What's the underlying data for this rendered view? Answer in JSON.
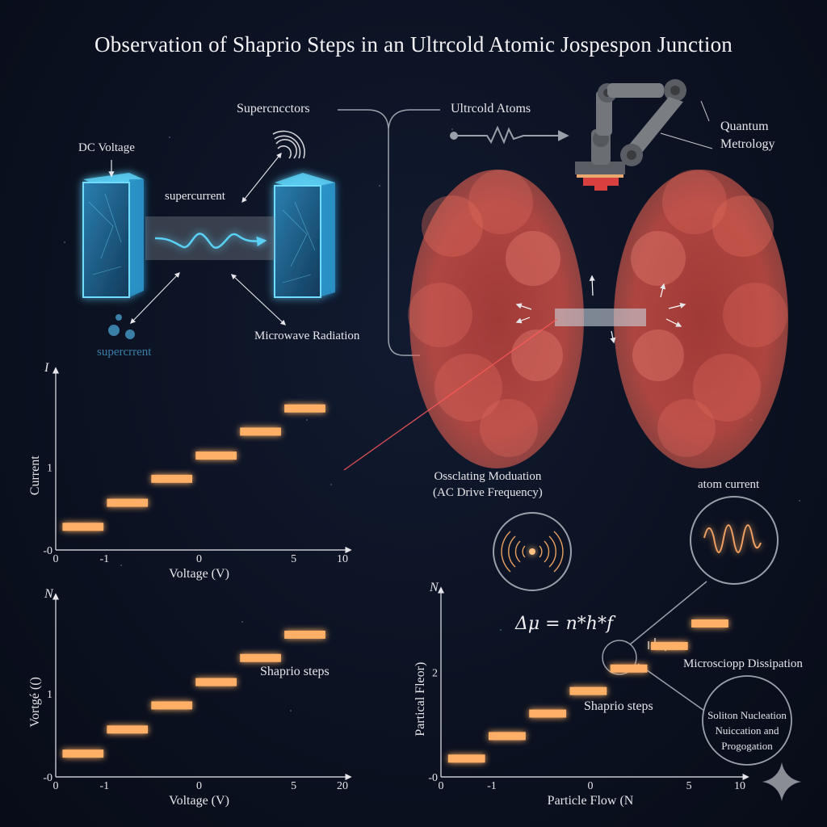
{
  "title": "Observation of Shaprio Steps in an Ultrcold Atomic Jospespon Junction",
  "colors": {
    "background": "#0b1020",
    "superconductor_blue": "#4cc8f0",
    "atom_cloud_red": "#e8574a",
    "laser_red": "#ff4a4a",
    "step_orange": "#ffb066",
    "line_gray": "#9aa0aa"
  },
  "diagram": {
    "labels": {
      "superconductors": "Supercncctors",
      "ultracold_atoms": "Ultrcold Atoms",
      "quantum_metrology": [
        "Quantum",
        "Metrology"
      ],
      "dc_voltage": "DC Voltage",
      "supercurrent_top": "supercurrent",
      "supercurrent_bottom": "supercrrent",
      "microwave_radiation": "Microwave Radiation",
      "oscillating_modulation": [
        "Ossclating Moduation",
        "(AC Drive Frequency)"
      ],
      "atom_current": "atom current",
      "formula": "Δμ = n*h*f",
      "microscopic_dissipation": "Microsciopp Dissipation",
      "soliton": [
        "Soliton Nucleation",
        "Nuiccation and",
        "Progogation"
      ]
    },
    "icons": [
      "wifi-signal-icon",
      "resistor-wave-icon",
      "robotic-arm-icon",
      "radiating-source-icon",
      "sine-wave-icon",
      "sparkle-star-icon"
    ]
  },
  "chart_data": [
    {
      "type": "bar",
      "subtype": "step",
      "title": "",
      "y_axis_symbol": "I",
      "ylabel": "Current",
      "xlabel": "Voltage (V)",
      "x_tick_labels": [
        "0",
        "-1",
        "0",
        "5",
        "10"
      ],
      "y_tick_labels": [
        "-0",
        "1"
      ],
      "steps": [
        {
          "x_start": 0.1,
          "x_end": 0.7,
          "y": 0.28
        },
        {
          "x_start": 0.75,
          "x_end": 1.35,
          "y": 0.57
        },
        {
          "x_start": 1.4,
          "x_end": 2.0,
          "y": 0.86
        },
        {
          "x_start": 2.05,
          "x_end": 2.65,
          "y": 1.14
        },
        {
          "x_start": 2.7,
          "x_end": 3.3,
          "y": 1.43
        },
        {
          "x_start": 3.35,
          "x_end": 3.95,
          "y": 1.71
        }
      ],
      "x_range": [
        0,
        4.2
      ],
      "y_range": [
        0,
        2.0
      ],
      "grid": false
    },
    {
      "type": "bar",
      "subtype": "step",
      "title": "",
      "y_axis_symbol": "N",
      "ylabel": "Vortgé (()",
      "xlabel": "Voltage (V)",
      "annotation": "Shaprio steps",
      "x_tick_labels": [
        "0",
        "-1",
        "0",
        "5",
        "20"
      ],
      "y_tick_labels": [
        "-0",
        "1"
      ],
      "steps": [
        {
          "x_start": 0.1,
          "x_end": 0.7,
          "y": 0.28
        },
        {
          "x_start": 0.75,
          "x_end": 1.35,
          "y": 0.57
        },
        {
          "x_start": 1.4,
          "x_end": 2.0,
          "y": 0.86
        },
        {
          "x_start": 2.05,
          "x_end": 2.65,
          "y": 1.14
        },
        {
          "x_start": 2.7,
          "x_end": 3.3,
          "y": 1.43
        },
        {
          "x_start": 3.35,
          "x_end": 3.95,
          "y": 1.71
        }
      ],
      "x_range": [
        0,
        4.2
      ],
      "y_range": [
        0,
        2.0
      ],
      "grid": false
    },
    {
      "type": "bar",
      "subtype": "step",
      "title": "",
      "y_axis_symbol": "N",
      "ylabel": "Partical Fleor)",
      "xlabel": "Particle Flow (N",
      "annotation": "Shaprio steps",
      "x_tick_labels": [
        "0",
        "-1",
        "0",
        "5",
        "10"
      ],
      "y_tick_labels": [
        "-0",
        "2"
      ],
      "steps": [
        {
          "x_start": 0.1,
          "x_end": 0.62,
          "y": 0.35
        },
        {
          "x_start": 0.67,
          "x_end": 1.19,
          "y": 0.78
        },
        {
          "x_start": 1.24,
          "x_end": 1.76,
          "y": 1.21
        },
        {
          "x_start": 1.81,
          "x_end": 2.33,
          "y": 1.64
        },
        {
          "x_start": 2.38,
          "x_end": 2.9,
          "y": 2.07
        },
        {
          "x_start": 2.95,
          "x_end": 3.47,
          "y": 2.5
        },
        {
          "x_start": 3.52,
          "x_end": 4.04,
          "y": 2.93
        }
      ],
      "x_range": [
        0,
        4.2
      ],
      "y_range": [
        0,
        3.3
      ],
      "grid": false
    }
  ]
}
